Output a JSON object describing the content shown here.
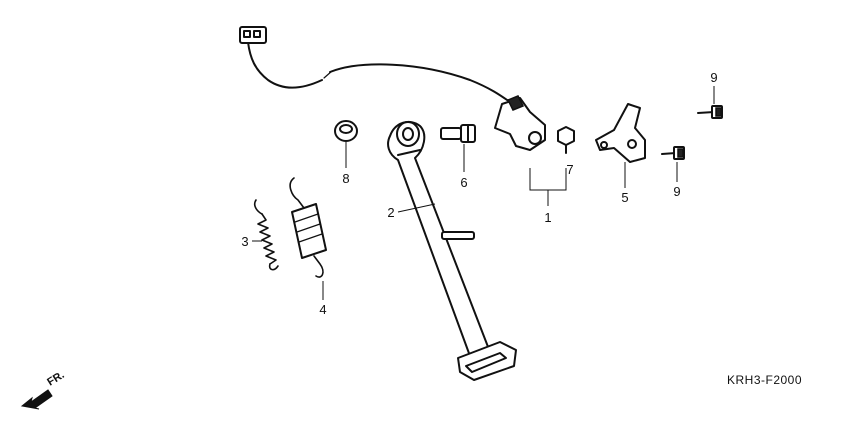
{
  "diagram_code": "KRH3-F2000",
  "front_indicator": {
    "label": "FR.",
    "icon": "front-arrow-icon"
  },
  "callouts": [
    {
      "id": "1",
      "part": "side-stand-switch"
    },
    {
      "id": "2",
      "part": "side-stand"
    },
    {
      "id": "3",
      "part": "spring-a"
    },
    {
      "id": "4",
      "part": "spring-b"
    },
    {
      "id": "5",
      "part": "switch-bracket"
    },
    {
      "id": "6",
      "part": "pivot-bolt"
    },
    {
      "id": "7",
      "part": "switch-bolt"
    },
    {
      "id": "8",
      "part": "pivot-nut"
    },
    {
      "id": "9",
      "part": "flange-bolt"
    },
    {
      "id": "9",
      "part": "flange-bolt"
    }
  ],
  "colors": {
    "line": "#111111",
    "background": "#ffffff"
  }
}
